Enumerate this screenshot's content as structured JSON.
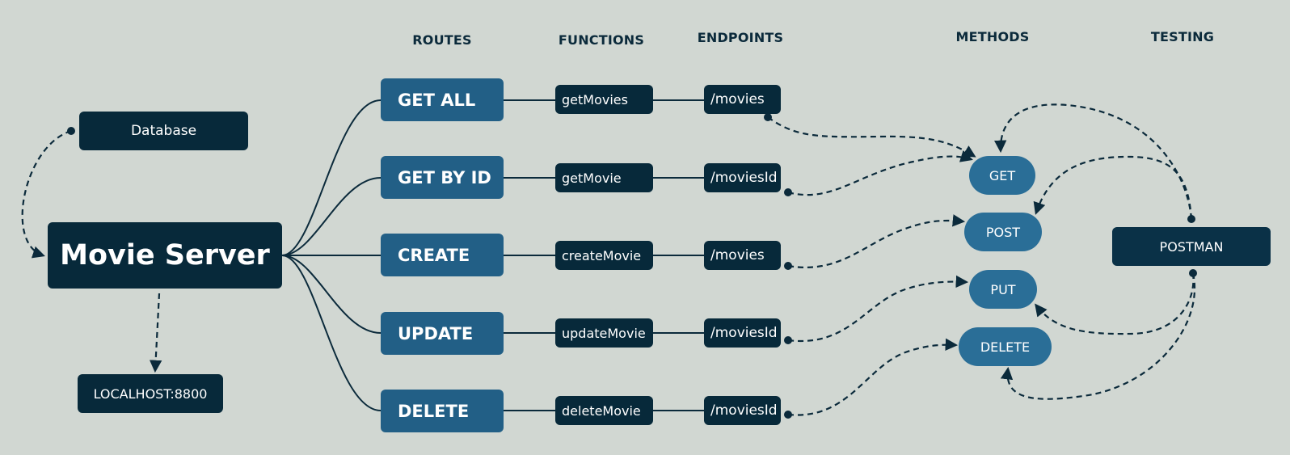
{
  "headers": {
    "routes": "ROUTES",
    "functions": "FUNCTIONS",
    "endpoints": "ENDPOINTS",
    "methods": "METHODS",
    "testing": "TESTING"
  },
  "server": {
    "label": "Movie Server"
  },
  "database": {
    "label": "Database"
  },
  "localhost": {
    "label": "LOCALHOST:8800"
  },
  "rows": [
    {
      "route": "GET ALL",
      "function": "getMovies",
      "endpoint": "/movies"
    },
    {
      "route": "GET BY ID",
      "function": "getMovie",
      "endpoint": "/moviesId"
    },
    {
      "route": "CREATE",
      "function": "createMovie",
      "endpoint": "/movies"
    },
    {
      "route": "UPDATE",
      "function": "updateMovie",
      "endpoint": "/moviesId"
    },
    {
      "route": "DELETE",
      "function": "deleteMovie",
      "endpoint": "/moviesId"
    }
  ],
  "methods": [
    "GET",
    "POST",
    "PUT",
    "DELETE"
  ],
  "testing": {
    "label": "POSTMAN"
  },
  "colors": {
    "background": "#d1d7d2",
    "dark_box": "#07293a",
    "route_box": "#225f86",
    "method_pill": "#2a6e97",
    "line": "#0b2a3b"
  }
}
